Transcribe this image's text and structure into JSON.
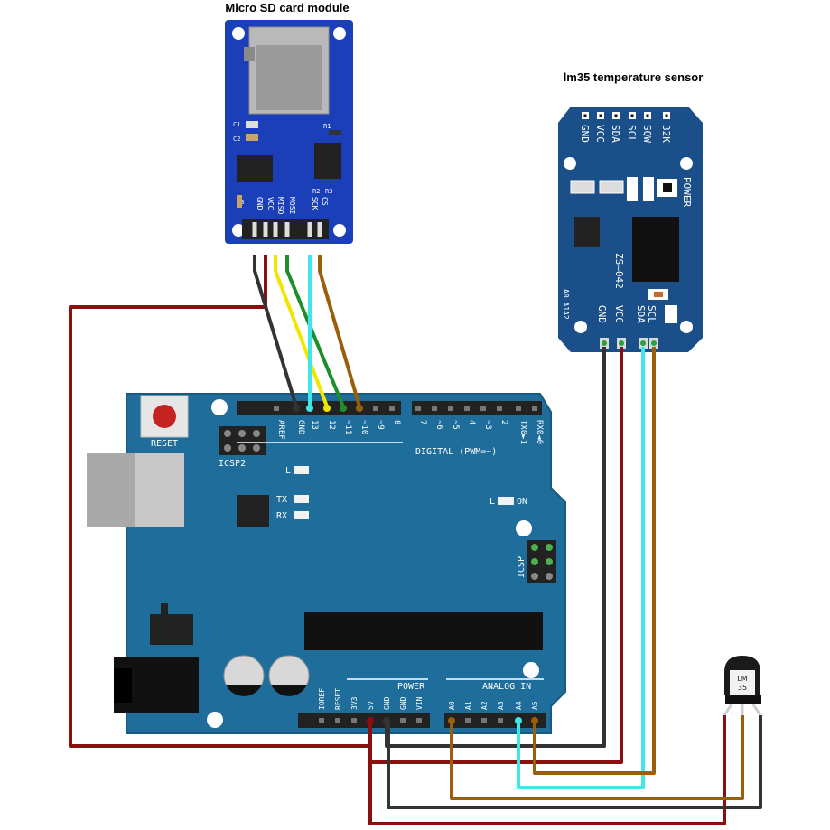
{
  "titles": {
    "sd_module": "Micro SD card module",
    "rtc_module": "lm35 temperature sensor"
  },
  "sd_module": {
    "pins": [
      "GND",
      "VCC",
      "MISO",
      "MOSI",
      "SCK",
      "CS"
    ],
    "labels": {
      "c1": "C1",
      "c2": "C2",
      "r1": "R1",
      "r2": "R2",
      "r3": "R3",
      "c3": "C3"
    }
  },
  "rtc_module": {
    "top_pins": [
      "GND",
      "VCC",
      "SDA",
      "SCL",
      "SQW",
      "32K"
    ],
    "bottom_pins": [
      "GND",
      "VCC",
      "SDA",
      "SCL"
    ],
    "power_label": "POWER",
    "model_label": "ZS—042",
    "addr_label": "A0 A1A2"
  },
  "arduino": {
    "reset_label": "RESET",
    "icsp2_label": "ICSP2",
    "icsp_label": "ICSP",
    "digital_label": "DIGITAL (PWM=~)",
    "digital_pins": [
      "AREF",
      "GND",
      "13",
      "12",
      "~11",
      "~10",
      "~9",
      "8",
      "7",
      "~6",
      "~5",
      "4",
      "~3",
      "2",
      "TX0►1",
      "RX0◄0"
    ],
    "led_l": "L",
    "led_tx": "TX",
    "led_rx": "RX",
    "led_on": "ON",
    "power_label": "POWER",
    "power_pins": [
      "IOREF",
      "RESET",
      "3V3",
      "5V",
      "GND",
      "GND",
      "VIN"
    ],
    "analog_label": "ANALOG IN",
    "analog_pins": [
      "A0",
      "A1",
      "A2",
      "A3",
      "A4",
      "A5"
    ]
  },
  "lm35": {
    "label_line1": "LM",
    "label_line2": "35"
  },
  "colors": {
    "board_blue": "#1e6d9a",
    "sd_blue": "#1a3fb8",
    "rtc_blue": "#1a4f8a",
    "wire_red": "#8b0f0f",
    "wire_black": "#333333",
    "wire_yellow": "#f2e600",
    "wire_cyan": "#3fe6ea",
    "wire_green": "#1e8e2a",
    "wire_brown": "#9b5e0a"
  }
}
